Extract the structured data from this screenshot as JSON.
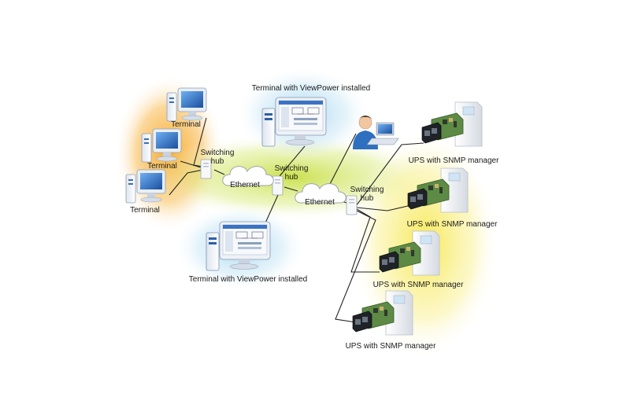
{
  "labels": {
    "terminal_1": "Terminal",
    "terminal_2": "Terminal",
    "terminal_3": "Terminal",
    "switching_hub_1": "Switching hub",
    "switching_hub_2": "Switching hub",
    "switching_hub_3": "Switching hub",
    "ethernet_1": "Ethernet",
    "ethernet_2": "Ethernet",
    "viewpower_top": "Terminal with ViewPower installed",
    "viewpower_bottom": "Terminal with ViewPower installed",
    "ups_1": "UPS with SNMP manager",
    "ups_2": "UPS with SNMP manager",
    "ups_3": "UPS with SNMP manager",
    "ups_4": "UPS with SNMP manager"
  },
  "colors": {
    "glow_orange": "#f7a51d",
    "glow_green": "#c4dd3a",
    "glow_blue": "#9fd3ee",
    "glow_yellow": "#f6e640",
    "line": "#222222",
    "monitor_body": "#eef1f6",
    "screen_blue": "#2a6fc9",
    "ups_body": "#f2f4f7",
    "card_pcb": "#4f7a3a"
  }
}
